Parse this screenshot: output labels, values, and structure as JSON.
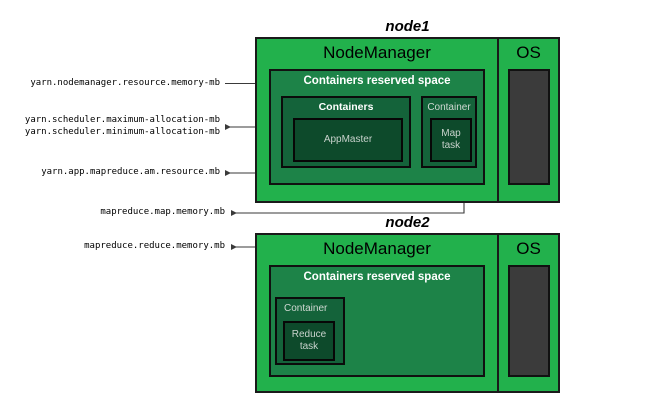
{
  "diagram": {
    "title_node1": "node1",
    "title_node2": "node2",
    "node_manager_label": "NodeManager",
    "os_label": "OS",
    "reserved_space_label": "Containers reserved space",
    "containers_label": "Containers",
    "container_label": "Container",
    "appmaster_label": "AppMaster",
    "map_task_label": "Map\ntask",
    "reduce_task_label": "Reduce\ntask"
  },
  "properties": [
    {
      "id": "nodemanager-resource-memory",
      "text": "yarn.nodemanager.resource.memory-mb"
    },
    {
      "id": "scheduler-maximum-allocation",
      "text": "yarn.scheduler.maximum-allocation-mb"
    },
    {
      "id": "scheduler-minimum-allocation",
      "text": "yarn.scheduler.minimum-allocation-mb"
    },
    {
      "id": "am-resource",
      "text": "yarn.app.mapreduce.am.resource.mb"
    },
    {
      "id": "map-memory",
      "text": "mapreduce.map.memory.mb"
    },
    {
      "id": "reduce-memory",
      "text": "mapreduce.reduce.memory.mb"
    }
  ],
  "colors": {
    "node_green": "#22b14c",
    "reserved_green": "#1d8348",
    "containers_green": "#14633a",
    "task_green": "#0d4a2b",
    "os_block_gray": "#3b3b3b",
    "border_dark": "#1a1a1a",
    "background": "#ffffff",
    "connector": "#3a3a3a"
  }
}
